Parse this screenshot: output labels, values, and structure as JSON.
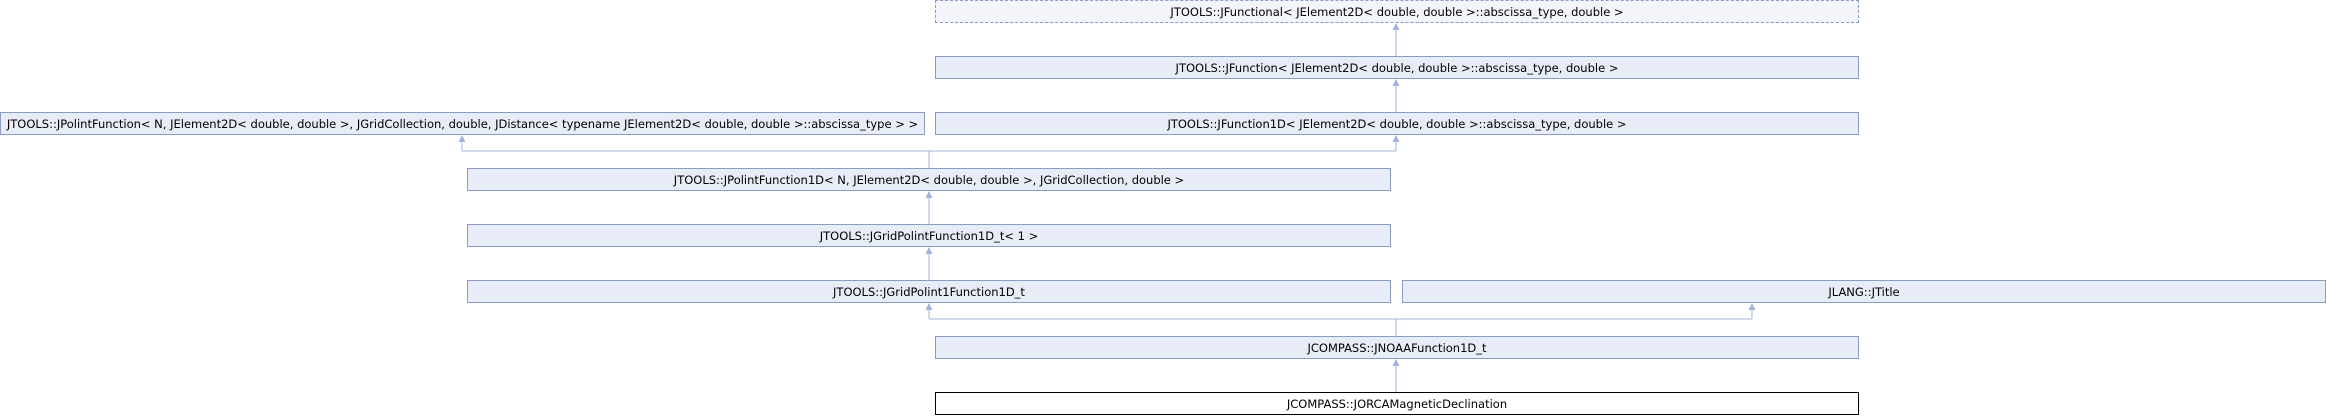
{
  "diagram": {
    "nodes": {
      "jfunctional": "JTOOLS::JFunctional< JElement2D< double, double >::abscissa_type, double >",
      "jfunction": "JTOOLS::JFunction< JElement2D< double, double >::abscissa_type, double >",
      "jpolintfunction": "JTOOLS::JPolintFunction< N, JElement2D< double, double >, JGridCollection, double, JDistance< typename JElement2D< double, double >::abscissa_type > >",
      "jfunction1d": "JTOOLS::JFunction1D< JElement2D< double, double >::abscissa_type, double >",
      "jpolintfunction1d": "JTOOLS::JPolintFunction1D< N, JElement2D< double, double >, JGridCollection, double >",
      "jgridpolintfunction1d_t1": "JTOOLS::JGridPolintFunction1D_t< 1 >",
      "jgridpolint1function1d_t": "JTOOLS::JGridPolint1Function1D_t",
      "jtitle": "JLANG::JTitle",
      "jnoaafunction1d_t": "JCOMPASS::JNOAAFunction1D_t",
      "jorcamagneticdeclination": "JCOMPASS::JORCAMagneticDeclination"
    }
  }
}
